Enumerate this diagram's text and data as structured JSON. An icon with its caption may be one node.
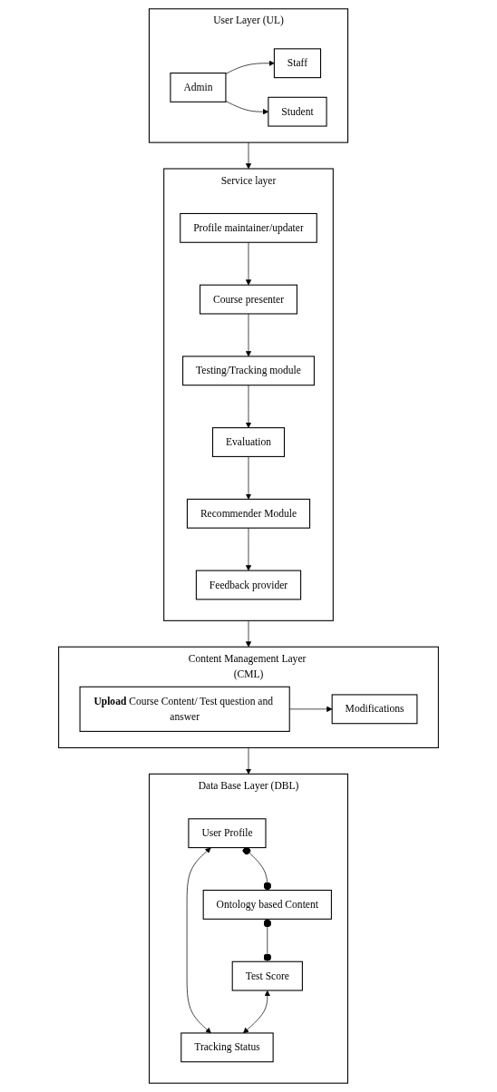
{
  "diagram": {
    "nodes": [
      {
        "text": [
          "User Layer (UL)"
        ]
      },
      {
        "text": [
          "Admin"
        ],
        "in": 0
      },
      {
        "text": [
          "Staff"
        ],
        "in": 0
      },
      {
        "text": [
          "Student"
        ],
        "in": 0
      },
      {
        "text": [
          "Service layer"
        ]
      },
      {
        "text": [
          "Profile maintainer/updater"
        ],
        "in": 4
      },
      {
        "text": [
          "Course presenter"
        ],
        "in": 4
      },
      {
        "text": [
          "Testing/Tracking module"
        ],
        "in": 4
      },
      {
        "text": [
          "Evaluation"
        ],
        "in": 4
      },
      {
        "text": [
          "Recommender Module"
        ],
        "in": 4
      },
      {
        "text": [
          "Feedback provider"
        ],
        "in": 4
      },
      {
        "text": [
          "Content Management Layer (CML)"
        ]
      },
      {
        "text": [
          "**Upload** Course Content/ Test question and answer"
        ],
        "in": 11
      },
      {
        "text": [
          "Modifications"
        ],
        "in": 11
      },
      {
        "text": [
          "Data Base Layer (DBL)"
        ]
      },
      {
        "text": [
          "User Profile"
        ],
        "in": 14
      },
      {
        "text": [
          "Ontology based Content"
        ],
        "in": 14
      },
      {
        "text": [
          "Test Score"
        ],
        "in": 14
      },
      {
        "text": [
          "Tracking Status"
        ],
        "in": 14
      }
    ],
    "edges": [
      {
        "from": 1,
        "to": 2,
        "arrow": "to"
      },
      {
        "from": 1,
        "to": 3,
        "arrow": "to"
      },
      {
        "from": 0,
        "to": 4,
        "arrow": "to"
      },
      {
        "from": 5,
        "to": 6,
        "arrow": "to"
      },
      {
        "from": 6,
        "to": 7,
        "arrow": "to"
      },
      {
        "from": 7,
        "to": 8,
        "arrow": "to"
      },
      {
        "from": 8,
        "to": 9,
        "arrow": "to"
      },
      {
        "from": 9,
        "to": 10,
        "arrow": "to"
      },
      {
        "from": 4,
        "to": 11,
        "arrow": "to"
      },
      {
        "from": 12,
        "to": 13,
        "arrow": "to"
      },
      {
        "from": 11,
        "to": 14,
        "arrow": "to"
      },
      {
        "from": 15,
        "to": 16,
        "arrow": "other"
      },
      {
        "from": 16,
        "to": 17,
        "arrow": "other"
      },
      {
        "from": 15,
        "to": 18,
        "arrow": "both"
      },
      {
        "from": 17,
        "to": 18,
        "arrow": "both"
      }
    ]
  }
}
